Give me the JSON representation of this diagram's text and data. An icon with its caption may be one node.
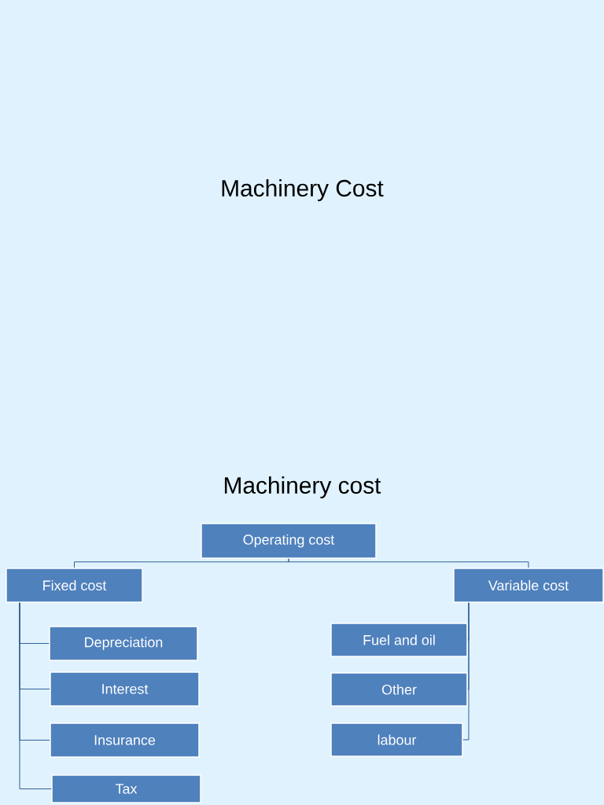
{
  "diagram": {
    "title": "Machinery Cost",
    "nodes": [
      {
        "text": [
          "Operating cost"
        ]
      },
      {
        "text": [
          "Fixed cost"
        ]
      },
      {
        "text": [
          "Variable cost"
        ]
      },
      {
        "text": [
          "Depreciation"
        ]
      },
      {
        "text": [
          "Interest"
        ]
      },
      {
        "text": [
          "Insurance"
        ]
      },
      {
        "text": [
          "Tax"
        ]
      },
      {
        "text": [
          "Fuel and oil"
        ]
      },
      {
        "text": [
          "Other"
        ]
      },
      {
        "text": [
          "labour"
        ]
      }
    ],
    "edges": [
      {
        "from": 0,
        "to": 1,
        "arrow": "none"
      },
      {
        "from": 0,
        "to": 2,
        "arrow": "none"
      },
      {
        "from": 1,
        "to": 3,
        "arrow": "none"
      },
      {
        "from": 1,
        "to": 4,
        "arrow": "none"
      },
      {
        "from": 1,
        "to": 5,
        "arrow": "none"
      },
      {
        "from": 1,
        "to": 6,
        "arrow": "none"
      },
      {
        "from": 2,
        "to": 7,
        "arrow": "none"
      },
      {
        "from": 2,
        "to": 8,
        "arrow": "none"
      },
      {
        "from": 2,
        "to": 9,
        "arrow": "none"
      }
    ],
    "labels": [
      "Machinery cost"
    ]
  }
}
